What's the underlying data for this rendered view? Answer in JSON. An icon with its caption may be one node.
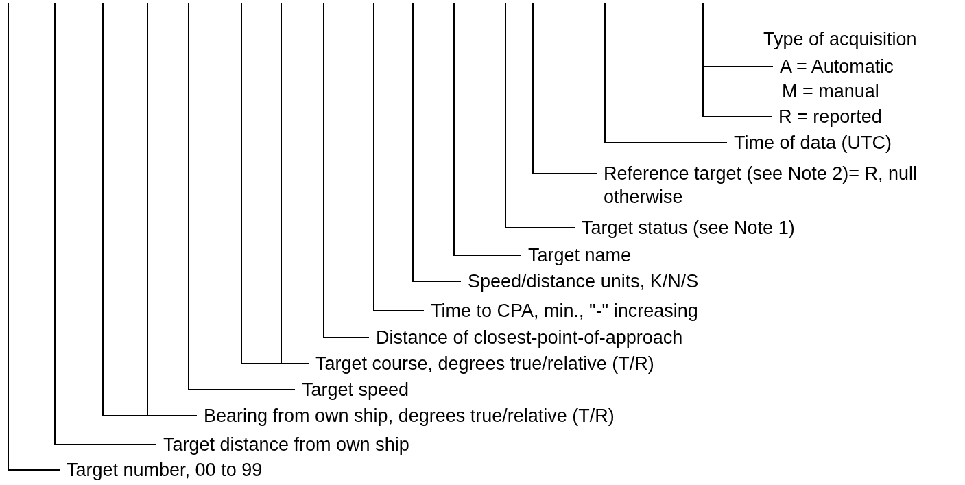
{
  "diagram": {
    "nodes": [
      {
        "text": [
          "Type of acquisition"
        ]
      },
      {
        "text": [
          "A = Automatic"
        ]
      },
      {
        "text": [
          "M = manual"
        ]
      },
      {
        "text": [
          "R = reported"
        ]
      },
      {
        "text": [
          "Time of data (UTC)"
        ]
      },
      {
        "text": [
          "Reference target (see Note 2)= R, null otherwise"
        ]
      },
      {
        "text": [
          "Target status (see Note 1)"
        ]
      },
      {
        "text": [
          "Target name"
        ]
      },
      {
        "text": [
          "Speed/distance units, K/N/S"
        ]
      },
      {
        "text": [
          "Time to CPA, min., \"-\" increasing"
        ]
      },
      {
        "text": [
          "Distance of closest-point-of-approach"
        ]
      },
      {
        "text": [
          "Target course, degrees true/relative (T/R)"
        ]
      },
      {
        "text": [
          "Target speed"
        ]
      },
      {
        "text": [
          "Bearing from own ship, degrees true/relative (T/R)"
        ]
      },
      {
        "text": [
          "Target distance from own ship"
        ]
      },
      {
        "text": [
          "Target number, 00 to 99"
        ]
      }
    ],
    "edges": [
      {
        "from": 1,
        "to": null,
        "arrow": "none"
      },
      {
        "from": 3,
        "to": null,
        "arrow": "none"
      },
      {
        "from": 4,
        "to": null,
        "arrow": "none"
      },
      {
        "from": 5,
        "to": null,
        "arrow": "none"
      },
      {
        "from": 6,
        "to": null,
        "arrow": "none"
      },
      {
        "from": 7,
        "to": null,
        "arrow": "none"
      },
      {
        "from": 8,
        "to": null,
        "arrow": "none"
      },
      {
        "from": 9,
        "to": null,
        "arrow": "none"
      },
      {
        "from": 10,
        "to": null,
        "arrow": "none"
      },
      {
        "from": 11,
        "to": null,
        "arrow": "none"
      },
      {
        "from": 11,
        "to": null,
        "arrow": "none"
      },
      {
        "from": 12,
        "to": null,
        "arrow": "none"
      },
      {
        "from": 13,
        "to": null,
        "arrow": "none"
      },
      {
        "from": 13,
        "to": null,
        "arrow": "none"
      },
      {
        "from": 14,
        "to": null,
        "arrow": "none"
      },
      {
        "from": 15,
        "to": null,
        "arrow": "none"
      }
    ]
  }
}
